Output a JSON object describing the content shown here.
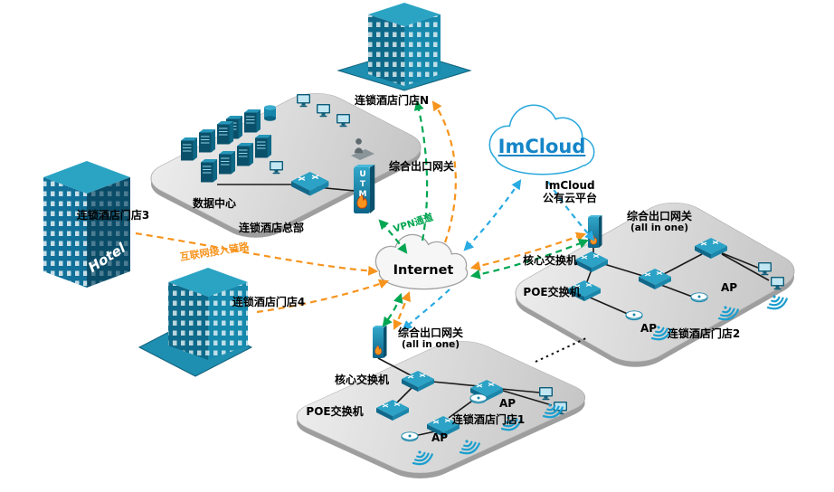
{
  "diagram": {
    "stores": {
      "store_n": "连锁酒店门店N",
      "store_3": "连锁酒店门店3",
      "store_4": "连锁酒店门店4",
      "hotel_sign": "Hotel"
    },
    "hq": {
      "name": "连锁酒店总部",
      "datacenter": "数据中心",
      "gateway": "综合出口网关",
      "utm": "UTM"
    },
    "cloud": {
      "imcloud_title": "ImCloud",
      "imcloud_caption_1": "ImCloud",
      "imcloud_caption_2": "公有云平台",
      "internet": "Internet"
    },
    "links": {
      "vpn": "VPN通道",
      "access": "互联网接入链路"
    },
    "branch2": {
      "gateway": "综合出口网关",
      "mode": "(all in one)",
      "core": "核心交换机",
      "poe": "POE交换机",
      "ap_upper": "AP",
      "ap_lower": "AP",
      "name": "连锁酒店门店2"
    },
    "branch1": {
      "gateway": "综合出口网关",
      "mode": "(all in one)",
      "core": "核心交换机",
      "poe": "POE交换机",
      "ap_upper": "AP",
      "ap_lower": "AP",
      "name": "连锁酒店门店1"
    },
    "colors": {
      "device_teal": "#1b86aa",
      "access_orange": "#f7941e",
      "vpn_green": "#00a651",
      "cloud_link_cyan": "#29abe2",
      "imcloud_blue": "#1585c8"
    }
  }
}
